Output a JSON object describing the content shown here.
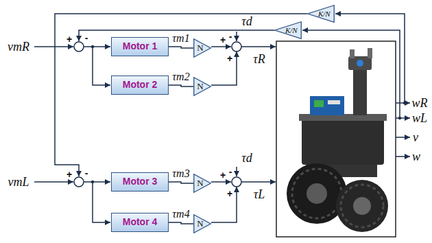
{
  "diagram": {
    "nodes": [
      {
        "text": [
          "K/N"
        ]
      },
      {
        "text": [
          "K/N"
        ]
      },
      {
        "text": [
          "Motor 1"
        ]
      },
      {
        "text": [
          "N"
        ]
      },
      {
        "text": [
          "Motor 2"
        ]
      },
      {
        "text": [
          "N"
        ]
      },
      {
        "text": [
          "Motor 3"
        ]
      },
      {
        "text": [
          "N"
        ]
      },
      {
        "text": [
          "Motor 4"
        ]
      },
      {
        "text": [
          "N"
        ]
      }
    ],
    "edges": [
      {
        "from": 2,
        "to": 3,
        "arrow": "none",
        "label": "τm1"
      },
      {
        "from": 4,
        "to": 5,
        "arrow": "none",
        "label": "τm2"
      },
      {
        "from": 6,
        "to": 7,
        "arrow": "none",
        "label": "τm3"
      },
      {
        "from": 8,
        "to": 9,
        "arrow": "none",
        "label": "τm4"
      }
    ],
    "labels": [
      "vmR",
      "+",
      "-",
      "+",
      "-",
      "τd",
      "+",
      "τR",
      "vmL",
      "+",
      "-",
      "+",
      "-",
      "τd",
      "+",
      "τL",
      "wR",
      "wL",
      "v",
      "w"
    ]
  }
}
